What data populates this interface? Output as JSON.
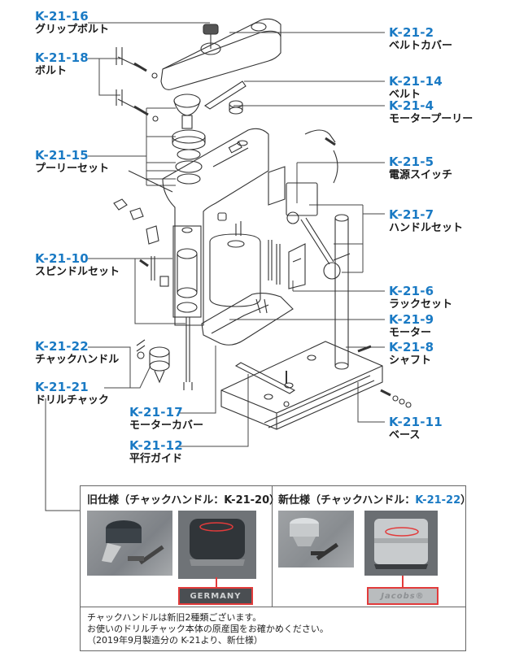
{
  "parts": [
    {
      "id": "k-21-16",
      "code": "K-21-16",
      "name": "グリップボルト"
    },
    {
      "id": "k-21-18",
      "code": "K-21-18",
      "name": "ボルト"
    },
    {
      "id": "k-21-15",
      "code": "K-21-15",
      "name": "プーリーセット"
    },
    {
      "id": "k-21-10",
      "code": "K-21-10",
      "name": "スピンドルセット"
    },
    {
      "id": "k-21-22",
      "code": "K-21-22",
      "name": "チャックハンドル"
    },
    {
      "id": "k-21-21",
      "code": "K-21-21",
      "name": "ドリルチャック"
    },
    {
      "id": "k-21-17",
      "code": "K-21-17",
      "name": "モーターカバー"
    },
    {
      "id": "k-21-12",
      "code": "K-21-12",
      "name": "平行ガイド"
    },
    {
      "id": "k-21-2",
      "code": "K-21-2",
      "name": "ベルトカバー"
    },
    {
      "id": "k-21-14",
      "code": "K-21-14",
      "name": "ベルト"
    },
    {
      "id": "k-21-4",
      "code": "K-21-4",
      "name": "モータープーリー"
    },
    {
      "id": "k-21-5",
      "code": "K-21-5",
      "name": "電源スイッチ"
    },
    {
      "id": "k-21-7",
      "code": "K-21-7",
      "name": "ハンドルセット"
    },
    {
      "id": "k-21-6",
      "code": "K-21-6",
      "name": "ラックセット"
    },
    {
      "id": "k-21-9",
      "code": "K-21-9",
      "name": "モーター"
    },
    {
      "id": "k-21-8",
      "code": "K-21-8",
      "name": "シャフト"
    },
    {
      "id": "k-21-11",
      "code": "K-21-11",
      "name": "ベース"
    }
  ],
  "comparison": {
    "old": {
      "title_prefix": "旧仕様（チャックハンドル：",
      "code": "K-21-20",
      "title_suffix": "）",
      "marking": "GERMANY"
    },
    "new": {
      "title_prefix": "新仕様（チャックハンドル：",
      "code": "K-21-22",
      "title_suffix": "）",
      "marking": "Jacobs®"
    },
    "notes": [
      "チャックハンドルは新旧2種類ございます。",
      "お使いのドリルチャック本体の原産国をお確かめください。",
      "（2019年9月製造分の  K-21より、新仕様）"
    ]
  },
  "colors": {
    "code_blue": "#1a7ac4",
    "highlight_red": "#e23b3b",
    "line": "#333333"
  }
}
